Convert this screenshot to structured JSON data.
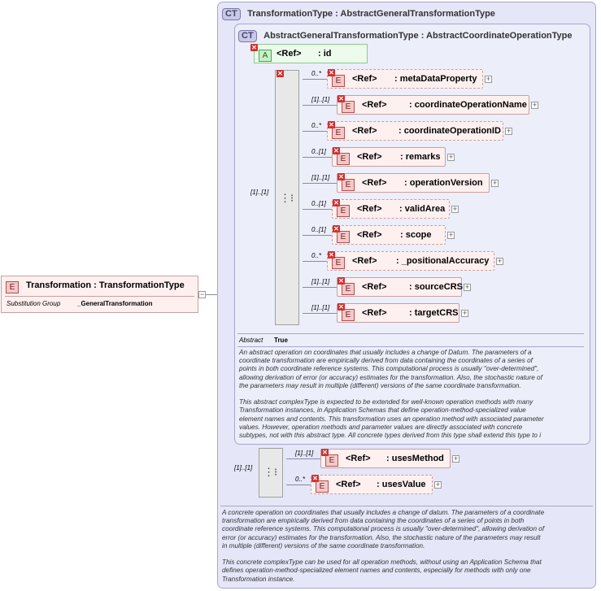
{
  "root_element": {
    "badge": "E",
    "title": "Transformation : TransformationType",
    "prop_label": "Substitution Group",
    "prop_value": "_GeneralTransformation"
  },
  "outer_type": {
    "badge": "CT",
    "title": "TransformationType : AbstractGeneralTransformationType",
    "documentation": [
      "A concrete operation on coordinates that usually includes a change of datum. The parameters of a coordinate",
      "transformation are empirically derived from data containing the coordinates of a series of points in both",
      "coordinate reference systems. This computational process is usually \"over-determined\", allowing derivation of",
      "error (or accuracy) estimates for the transformation. Also, the stochastic nature of the parameters may result",
      "in multiple (different) versions of the same coordinate transformation.",
      "",
      "This concrete complexType can be used for all operation methods, without using an Application Schema that",
      "defines operation-method-specialized element names and contents, especially for methods with only one",
      "Transformation instance."
    ]
  },
  "inner_type": {
    "badge": "CT",
    "title": "AbstractGeneralTransformationType : AbstractCoordinateOperationType",
    "abstract_label": "Abstract",
    "abstract_value": "True",
    "documentation": [
      "An abstract operation on coordinates that usually includes a change of Datum. The parameters of a",
      "coordinate transformation are empirically derived from data containing the coordinates of a series of",
      "points in both coordinate reference systems. This computational process is usually \"over-determined\",",
      "allowing derivation of error (or accuracy) estimates for the transformation. Also, the stochastic nature of",
      "the parameters may result in multiple (different) versions of the same coordinate transformation.",
      "",
      "This abstract complexType is expected to be extended for well-known operation methods with many",
      "Transformation instances, in Application Schemas that define operation-method-specialized value",
      "element names and contents. This transformation uses an operation method with associated parameter",
      "values. However, operation methods and parameter values are directly associated with concrete",
      "subtypes, not with this abstract type. All concrete types derived from this type shall extend this type to i"
    ]
  },
  "attribute": {
    "badge": "A",
    "ref": "<Ref>",
    "name": ": id"
  },
  "inner_sequence_card": "[1]..[1]",
  "inner_elements": [
    {
      "card": "0..*",
      "ref": "<Ref>",
      "name": ": metaDataProperty"
    },
    {
      "card": "[1]..[1]",
      "ref": "<Ref>",
      "name": ": coordinateOperationName"
    },
    {
      "card": "0..*",
      "ref": "<Ref>",
      "name": ": coordinateOperationID"
    },
    {
      "card": "0..[1]",
      "ref": "<Ref>",
      "name": ": remarks"
    },
    {
      "card": "[1]..[1]",
      "ref": "<Ref>",
      "name": ": operationVersion"
    },
    {
      "card": "0..[1]",
      "ref": "<Ref>",
      "name": ": validArea"
    },
    {
      "card": "0..[1]",
      "ref": "<Ref>",
      "name": ": scope"
    },
    {
      "card": "0..*",
      "ref": "<Ref>",
      "name": ": _positionalAccuracy"
    },
    {
      "card": "[1]..[1]",
      "ref": "<Ref>",
      "name": ": sourceCRS"
    },
    {
      "card": "[1]..[1]",
      "ref": "<Ref>",
      "name": ": targetCRS"
    }
  ],
  "outer_sequence_card": "[1]..[1]",
  "outer_elements": [
    {
      "card": "[1]..[1]",
      "ref": "<Ref>",
      "name": ": usesMethod"
    },
    {
      "card": "0..*",
      "ref": "<Ref>",
      "name": ": usesValue"
    }
  ],
  "colors": {
    "type_background": "#e5e6f7",
    "element_background": "#fff0f0",
    "attribute_background": "#ecfbec",
    "error_marker": "#d03030"
  }
}
